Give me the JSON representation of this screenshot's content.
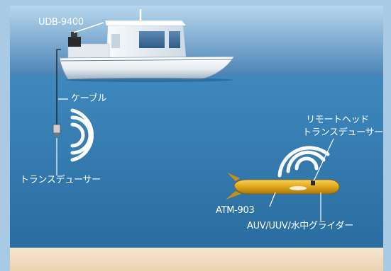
{
  "labels": {
    "ship_transceiver": "UDB-9400",
    "cable": "ケーブル",
    "ship_transducer": "トランスデューサー",
    "remote_head_line1": "リモートヘッド",
    "remote_head_line2": "トランスデューサー",
    "modem": "ATM-903",
    "vehicle": "AUV/UUV/水中グライダー"
  },
  "colors": {
    "sky_top": "#b7d6ee",
    "sky_bottom": "#3c79ad",
    "water_top": "#3f88bd",
    "water_bottom": "#2a6c9f",
    "seabed": "#f1dcc0",
    "frame": "#a9cae5",
    "vehicle_body": "#e5b025",
    "hull": "#f3f6f9",
    "label_text": "#ffffff"
  }
}
